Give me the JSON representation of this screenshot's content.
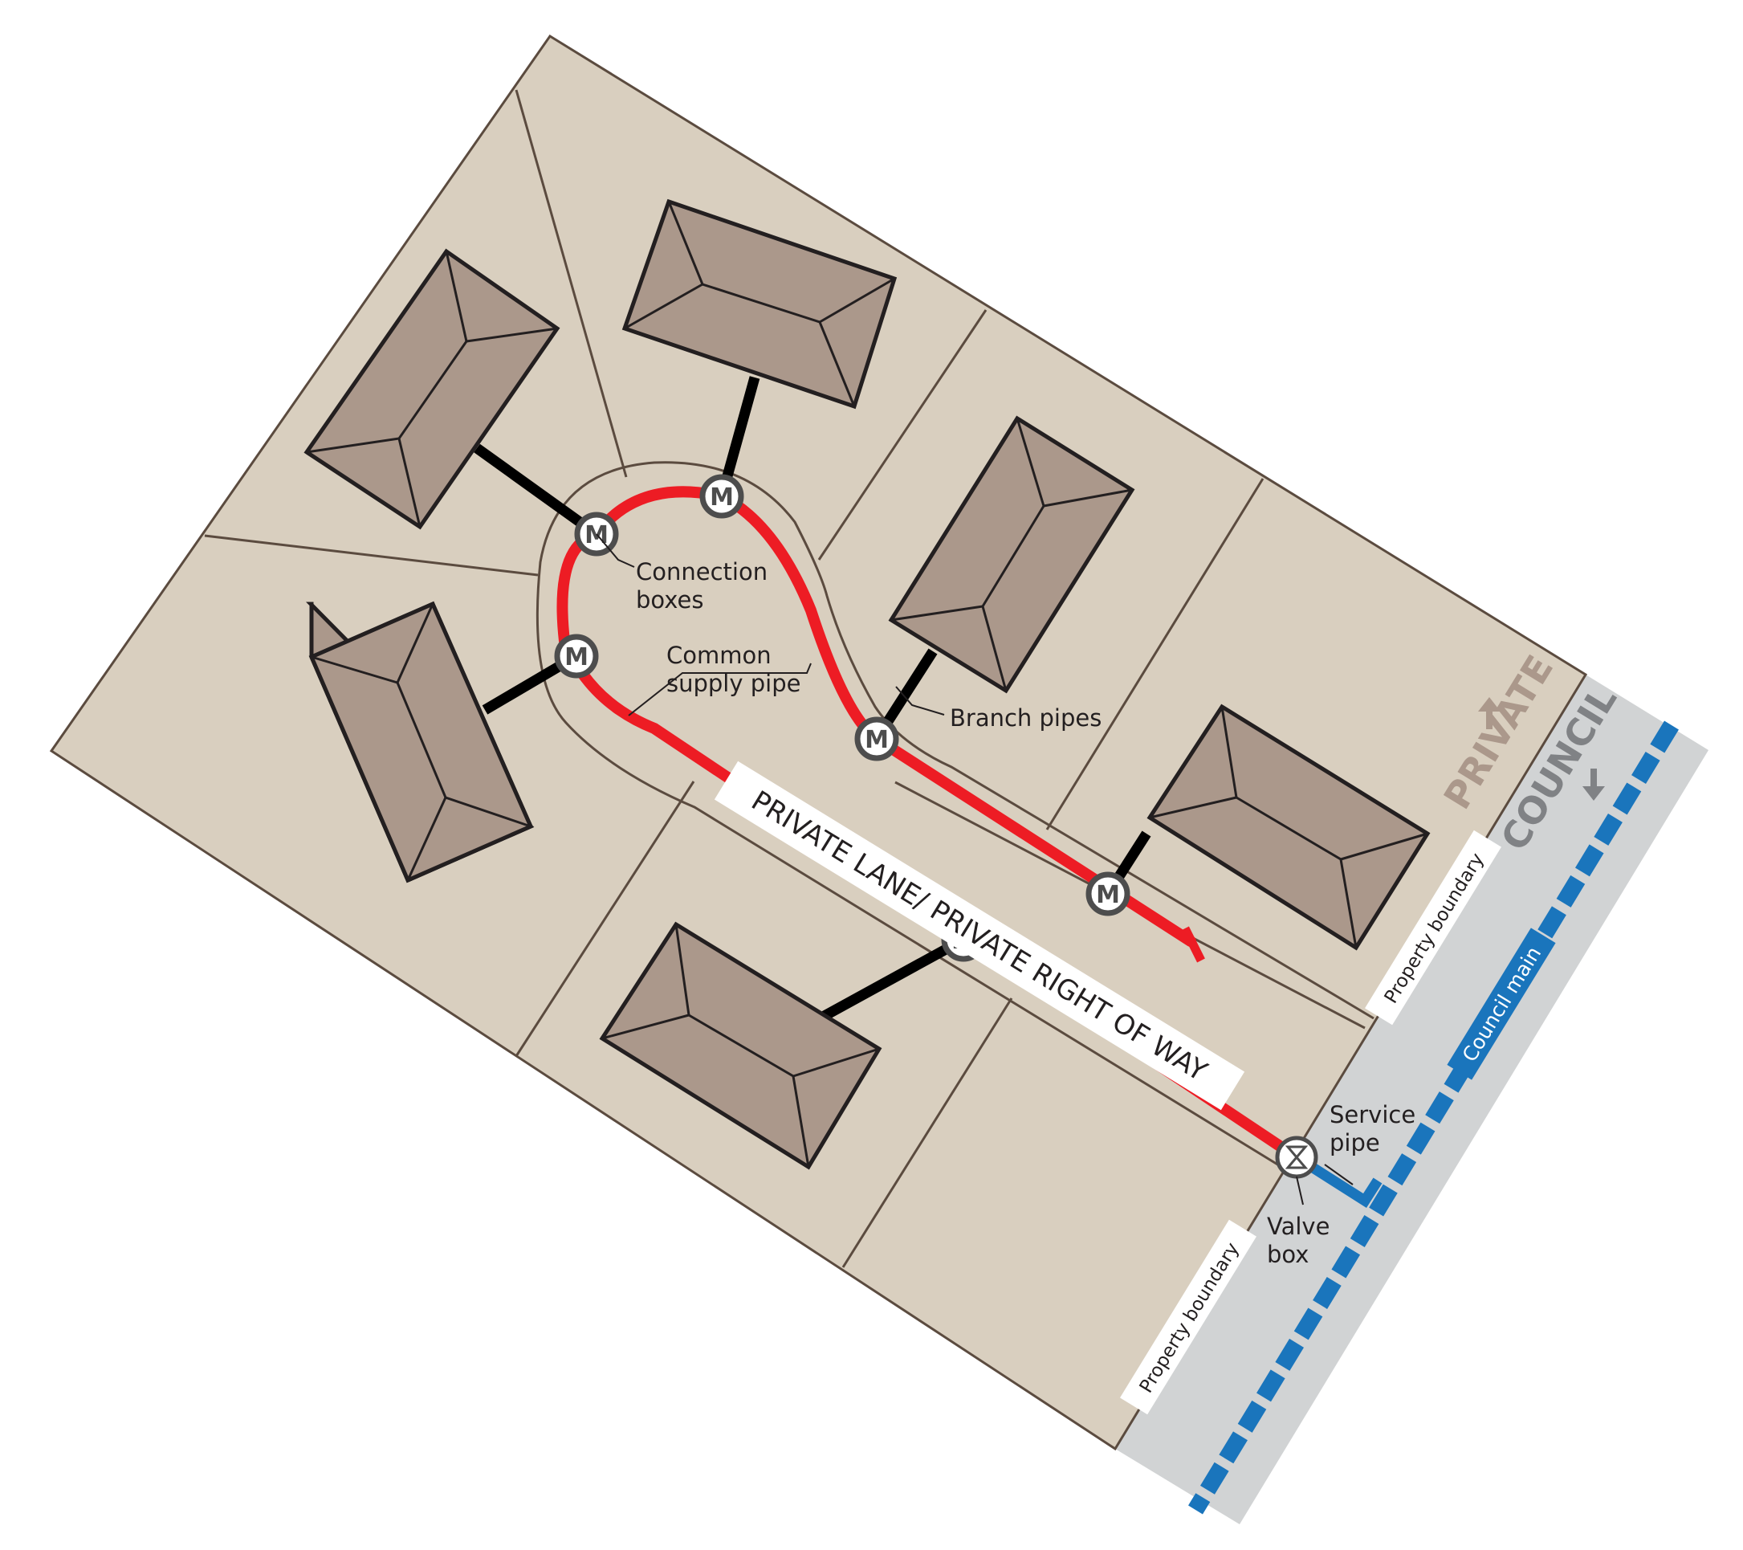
{
  "labels": {
    "connection_boxes": [
      "Connection",
      "boxes"
    ],
    "common_supply_pipe": [
      "Common",
      "supply pipe"
    ],
    "branch_pipes": "Branch pipes",
    "service_pipe": [
      "Service",
      "pipe"
    ],
    "valve_box": [
      "Valve",
      "box"
    ],
    "lane": "PRIVATE LANE/ PRIVATE RIGHT OF WAY",
    "property_boundary_top": "Property boundary",
    "property_boundary_bottom": "Property boundary",
    "council_main": "Council main",
    "private": "PRIVATE",
    "council": "COUNCIL",
    "meter": "M"
  },
  "colors": {
    "ground": "#d9cfbf",
    "roof": "#ab988b",
    "outline": "#5b4b3f",
    "supply_pipe": "#ed1c24",
    "branch_pipe": "#000000",
    "council_pipe": "#1a75bc",
    "council_strip": "#d1d3d4",
    "private_text": "#ab988b",
    "council_text": "#808285"
  },
  "icons": [
    "meter-icon",
    "valve-icon",
    "arrow-up-icon",
    "arrow-down-icon"
  ]
}
